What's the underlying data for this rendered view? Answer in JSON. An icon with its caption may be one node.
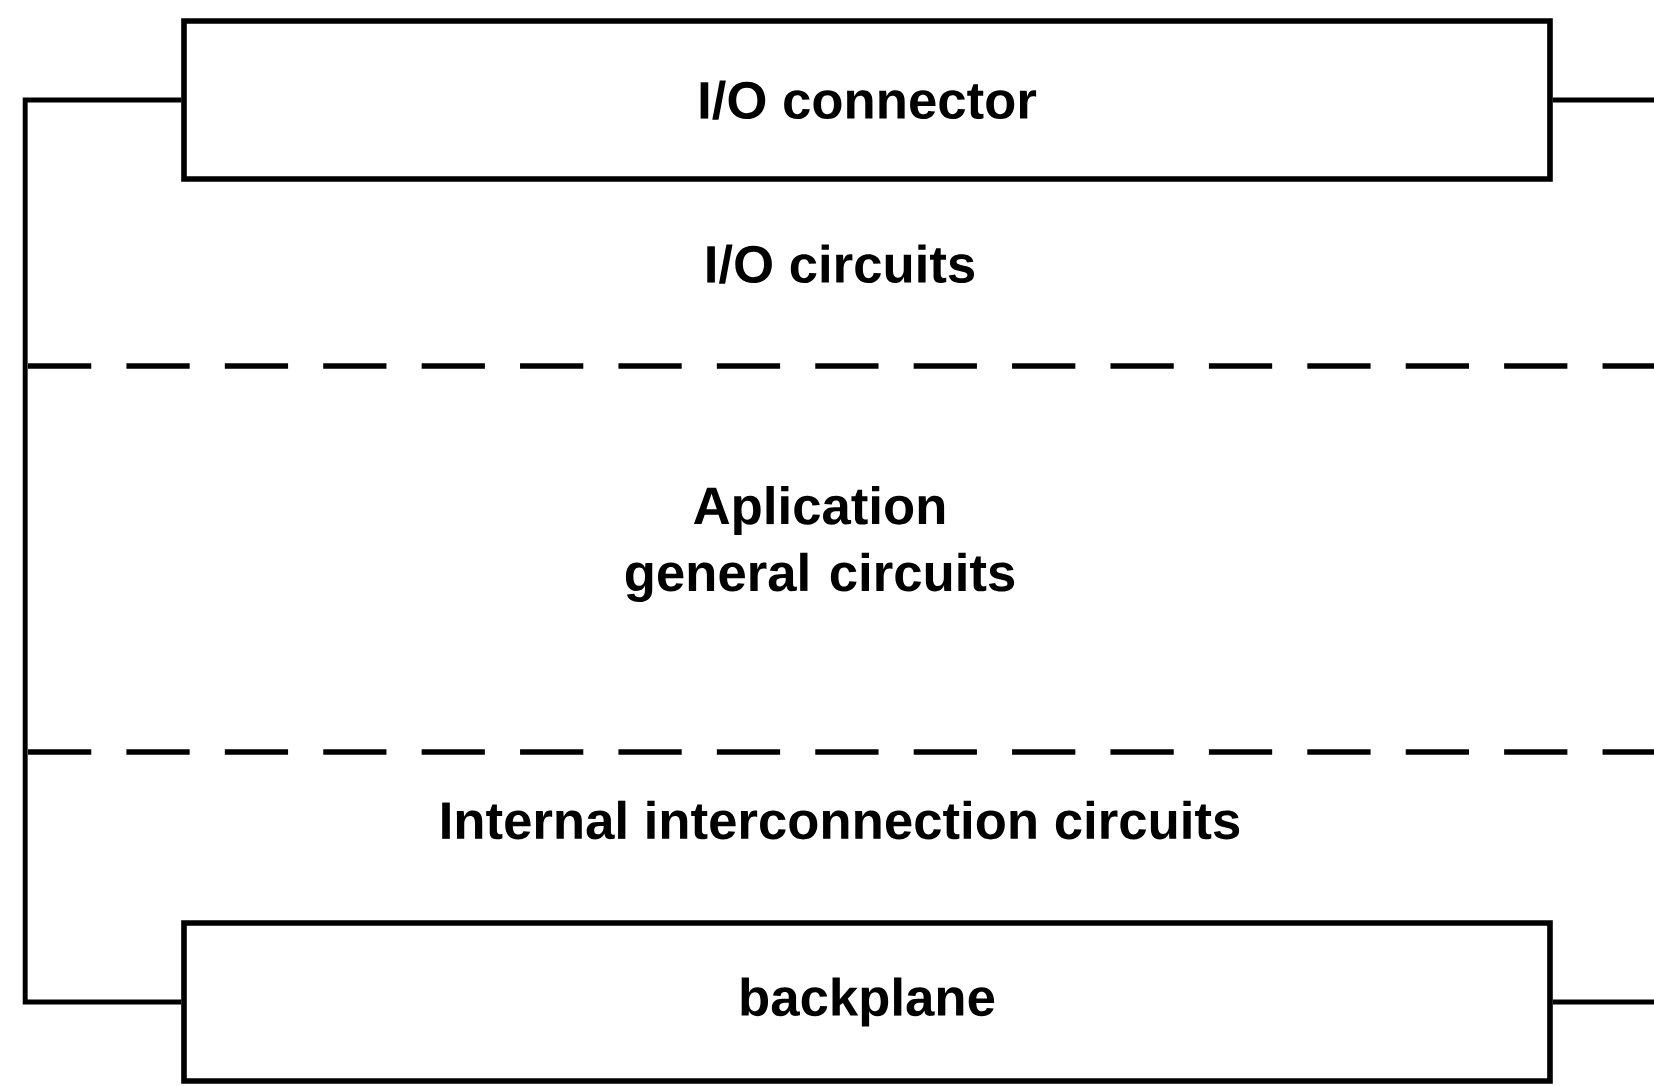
{
  "diagram": {
    "nodes": [
      {
        "text": [
          "I/O connector"
        ]
      },
      {
        "text": [
          "backplane"
        ]
      }
    ],
    "edges": [
      {
        "from": 0,
        "to": 1,
        "arrow": "none"
      },
      {
        "from": 0,
        "to": null,
        "arrow": "none"
      },
      {
        "from": 1,
        "to": null,
        "arrow": "none"
      }
    ],
    "labels": [
      "I/O circuits",
      "Aplication general circuits",
      "Internal interconnection circuits"
    ]
  }
}
